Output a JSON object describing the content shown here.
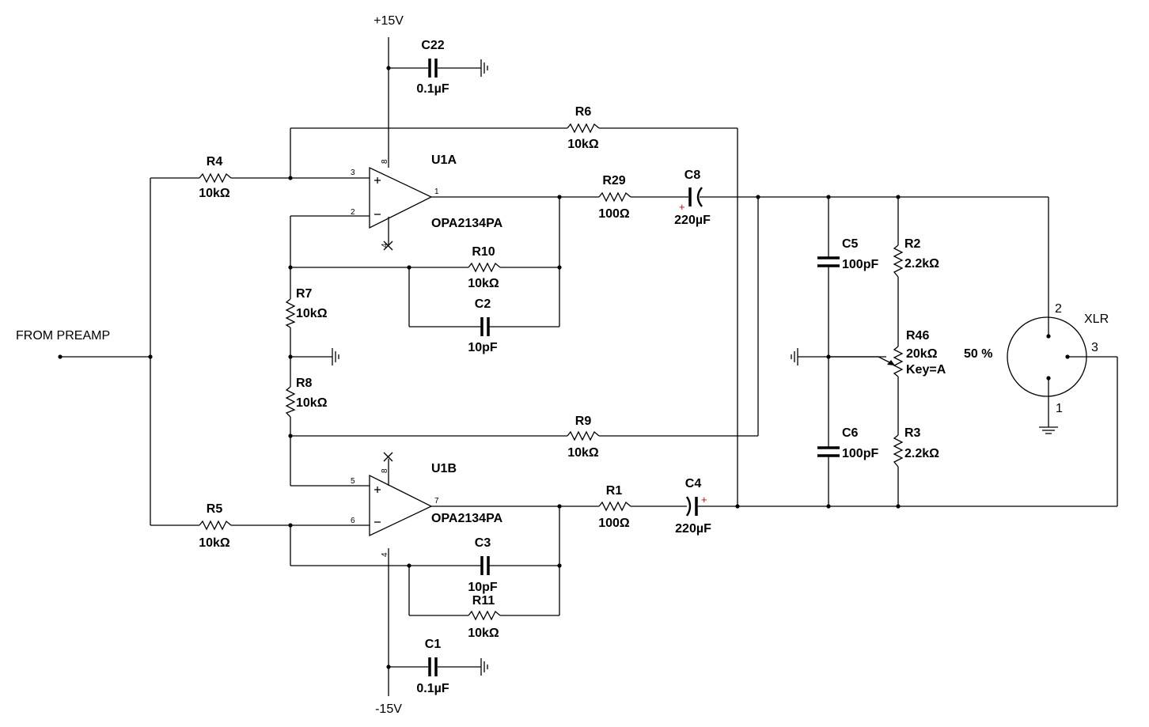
{
  "rails": {
    "positive": "+15V",
    "negative": "-15V"
  },
  "input": {
    "label": "FROM PREAMP"
  },
  "opamps": [
    {
      "ref": "U1A",
      "part": "OPA2134PA",
      "pins": {
        "noninv": "3",
        "inv": "2",
        "out": "1",
        "vpos": "8",
        "vneg": "4"
      }
    },
    {
      "ref": "U1B",
      "part": "OPA2134PA",
      "pins": {
        "noninv": "5",
        "inv": "6",
        "out": "7",
        "vpos": "8",
        "vneg": "4"
      }
    }
  ],
  "resistors": {
    "R4": {
      "ref": "R4",
      "value": "10kΩ"
    },
    "R5": {
      "ref": "R5",
      "value": "10kΩ"
    },
    "R6": {
      "ref": "R6",
      "value": "10kΩ"
    },
    "R7": {
      "ref": "R7",
      "value": "10kΩ"
    },
    "R8": {
      "ref": "R8",
      "value": "10kΩ"
    },
    "R9": {
      "ref": "R9",
      "value": "10kΩ"
    },
    "R10": {
      "ref": "R10",
      "value": "10kΩ"
    },
    "R11": {
      "ref": "R11",
      "value": "10kΩ"
    },
    "R29": {
      "ref": "R29",
      "value": "100Ω"
    },
    "R1": {
      "ref": "R1",
      "value": "100Ω"
    },
    "R2": {
      "ref": "R2",
      "value": "2.2kΩ"
    },
    "R3": {
      "ref": "R3",
      "value": "2.2kΩ"
    }
  },
  "capacitors": {
    "C22": {
      "ref": "C22",
      "value": "0.1µF"
    },
    "C1": {
      "ref": "C1",
      "value": "0.1µF"
    },
    "C2": {
      "ref": "C2",
      "value": "10pF"
    },
    "C3": {
      "ref": "C3",
      "value": "10pF"
    },
    "C8": {
      "ref": "C8",
      "value": "220µF"
    },
    "C4": {
      "ref": "C4",
      "value": "220µF"
    },
    "C5": {
      "ref": "C5",
      "value": "100pF"
    },
    "C6": {
      "ref": "C6",
      "value": "100pF"
    }
  },
  "potentiometer": {
    "ref": "R46",
    "value": "20kΩ",
    "key": "Key=A",
    "setting": "50 %"
  },
  "connector": {
    "ref": "XLR",
    "pin1": "1",
    "pin2": "2",
    "pin3": "3"
  },
  "polarity_mark": "+"
}
